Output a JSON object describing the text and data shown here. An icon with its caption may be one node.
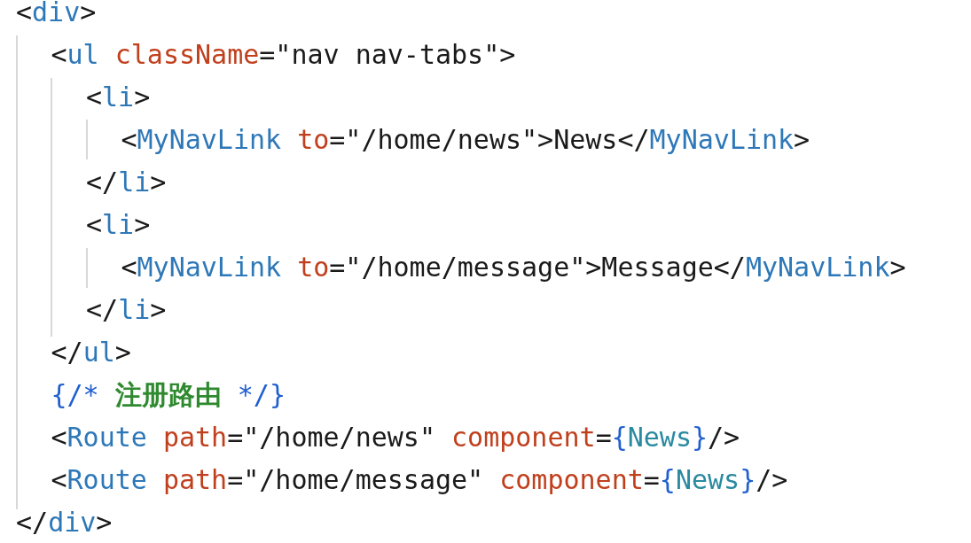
{
  "diagram": {
    "labels": [
      "<div>",
      "<ul className=\"nav nav-tabs\">",
      "<li>",
      "<MyNavLink to=\"/home/news\">News</MyNavLink>",
      "</li>",
      "<li>",
      "<MyNavLink to=\"/home/message\">Message</MyNavLink>",
      "</li>",
      "</ul>",
      "{/* 注册路由 */}",
      "<Route path=\"/home/news\" component={News}/>",
      "<Route path=\"/home/message\" component={News}/>",
      "</div>"
    ]
  }
}
